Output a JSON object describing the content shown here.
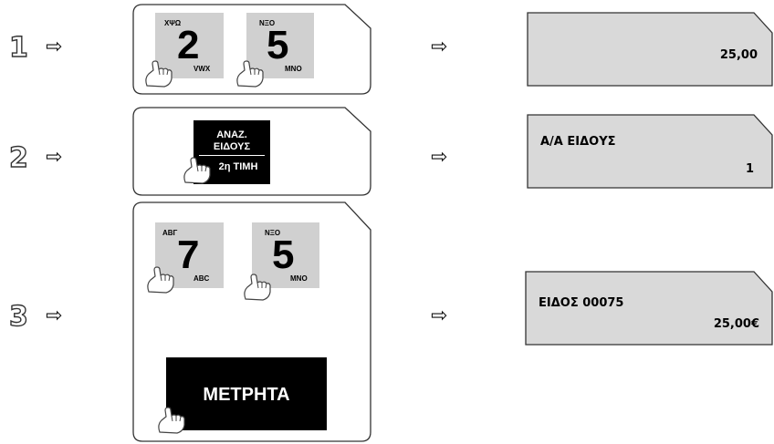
{
  "steps": [
    {
      "number": "1",
      "keys": [
        {
          "top": "ΧΨΩ",
          "digit": "2",
          "sub": "VWX"
        },
        {
          "top": "ΝΞΟ",
          "digit": "5",
          "sub": "ΜΝΟ"
        }
      ],
      "display": {
        "line1": "",
        "line2": "25,00"
      }
    },
    {
      "number": "2",
      "button": {
        "line1": "ΑΝΑΖ.",
        "line2": "ΕΙΔΟΥΣ",
        "line3": "2η ΤΙΜΗ"
      },
      "display": {
        "line1": "Α/Α ΕΙΔΟΥΣ",
        "line2": "1"
      }
    },
    {
      "number": "3",
      "keys": [
        {
          "top": "ΑΒΓ",
          "digit": "7",
          "sub": "ABC"
        },
        {
          "top": "ΝΞΟ",
          "digit": "5",
          "sub": "ΜΝΟ"
        }
      ],
      "button": {
        "label": "ΜΕΤΡΗΤΑ"
      },
      "display": {
        "line1": "ΕΙΔΟΣ 00075",
        "line2": "25,00€"
      }
    }
  ],
  "arrow_symbol": "⇨",
  "icons": {
    "pointer": "hand-pointer-icon",
    "arrow": "right-arrow-icon"
  },
  "colors": {
    "key_gray": "#d0d0d0",
    "display_gray": "#d9d9d9",
    "button_black": "#000000"
  }
}
